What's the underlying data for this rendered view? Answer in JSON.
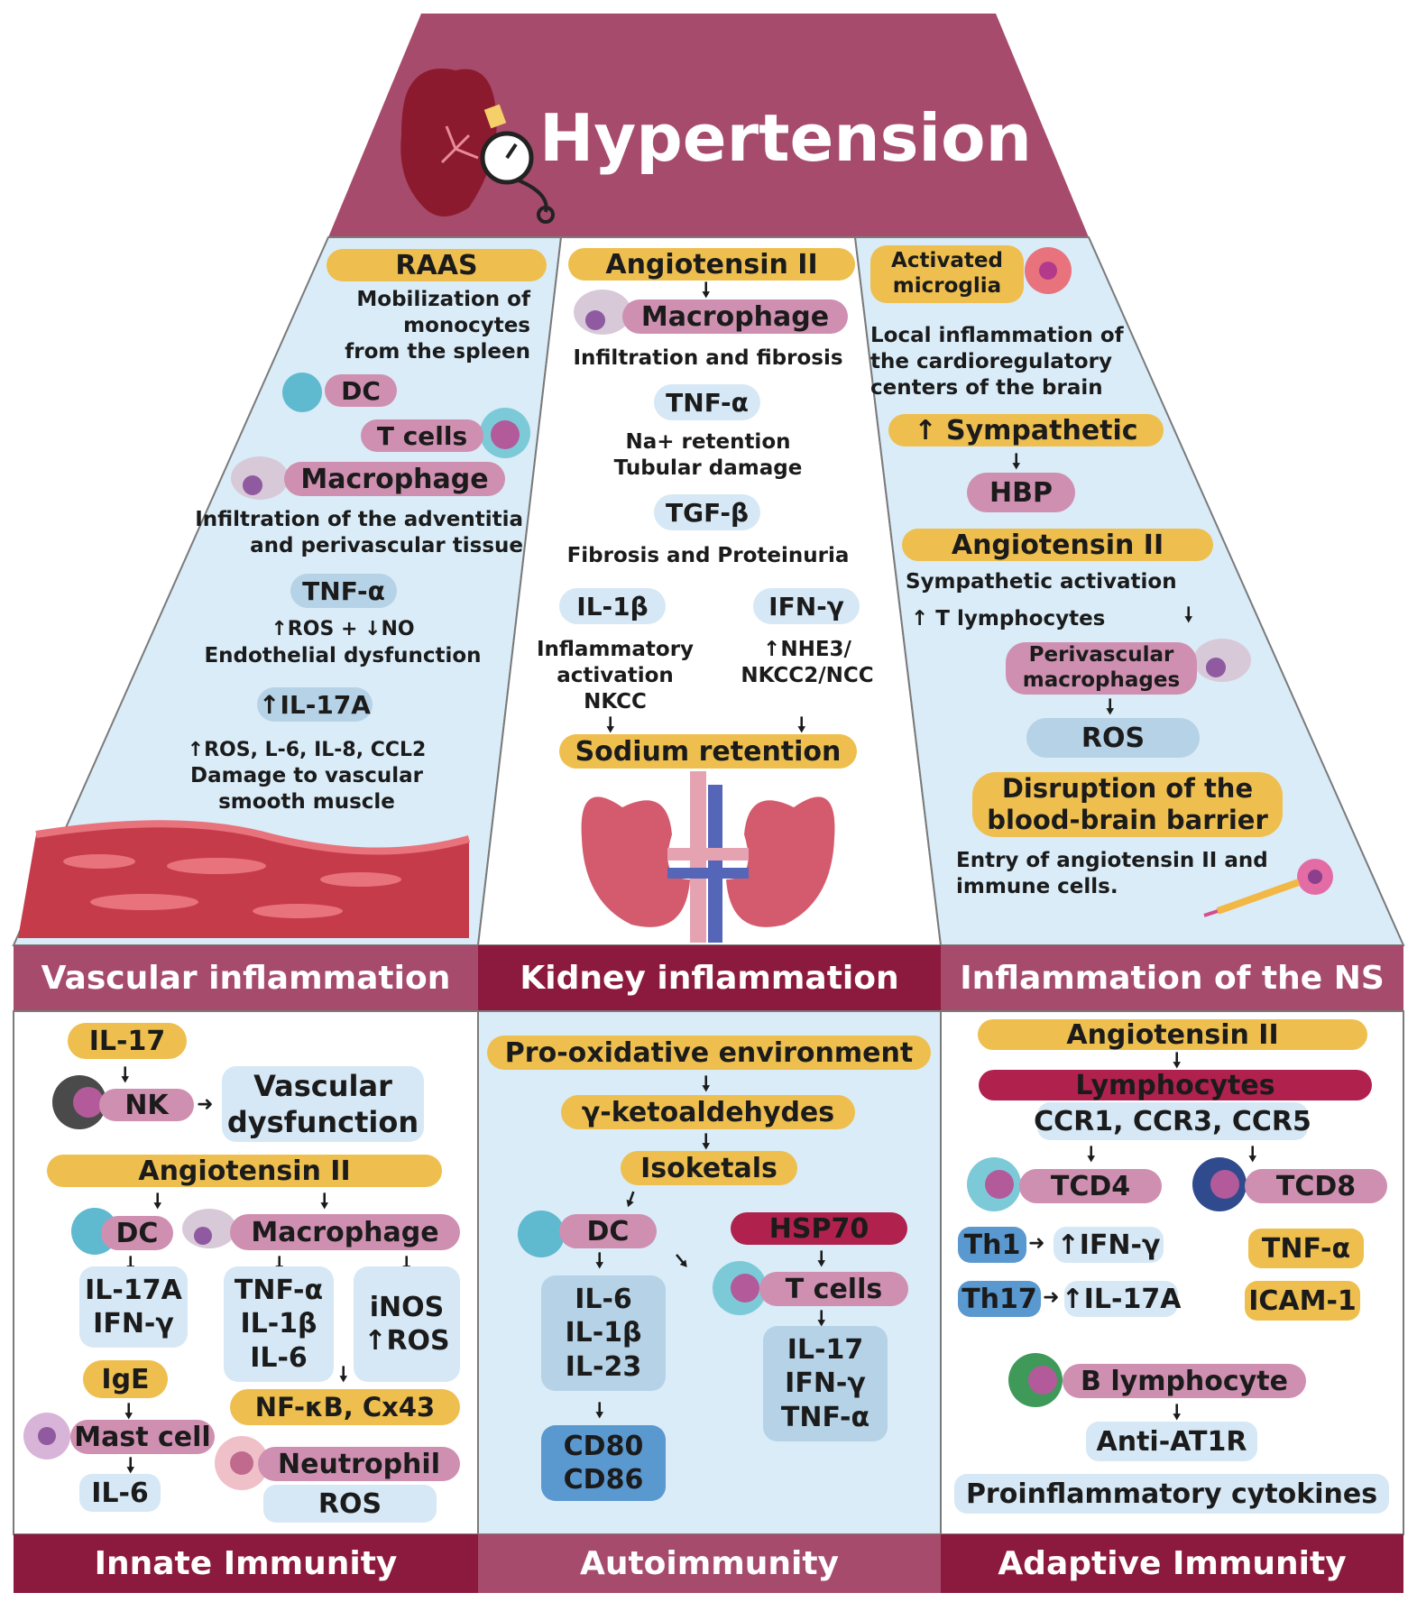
{
  "title": "Hypertension",
  "sections": {
    "vascular": {
      "heading": "Vascular inflammation",
      "raas": "RAAS",
      "mobilization": [
        "Mobilization of",
        "monocytes",
        "from the spleen"
      ],
      "dc": "DC",
      "tcells": "T cells",
      "macrophage": "Macrophage",
      "infiltration": [
        "Infiltration of the adventitia",
        "and perivascular tissue"
      ],
      "tnf": "TNF-α",
      "ros_no": "↑ROS + ↓NO",
      "endothelial": "Endothelial dysfunction",
      "il17a": "↑IL-17A",
      "ros_list": "↑ROS, L-6, IL-8, CCL2",
      "damage": [
        "Damage to vascular",
        "smooth muscle"
      ]
    },
    "kidney": {
      "heading": "Kidney inflammation",
      "ang": "Angiotensin II",
      "macrophage": "Macrophage",
      "infiltration": "Infiltration and fibrosis",
      "tnf": "TNF-α",
      "na": "Na+ retention",
      "tubular": "Tubular damage",
      "tgf": "TGF-β",
      "fibrosis": "Fibrosis and Proteinuria",
      "il1b": "IL-1β",
      "ifn": "IFN-γ",
      "inflam": [
        "Inflammatory",
        "activation",
        "NKCC"
      ],
      "nhe": [
        "↑NHE3/",
        "NKCC2/NCC"
      ],
      "sodium": "Sodium retention"
    },
    "ns": {
      "heading": "Inflammation of the NS",
      "microglia": [
        "Activated",
        "microglia"
      ],
      "local": [
        "Local inflammation of",
        "the cardioregulatory",
        "centers of the brain"
      ],
      "sympathetic": "↑ Sympathetic",
      "hbp": "HBP",
      "ang": "Angiotensin II",
      "symp_act": "Sympathetic activation",
      "tlymph": "↑ T lymphocytes",
      "perivascular": [
        "Perivascular",
        "macrophages"
      ],
      "ros": "ROS",
      "bbb": [
        "Disruption of the",
        "blood-brain barrier"
      ],
      "entry": [
        "Entry of angiotensin II and",
        "immune cells."
      ]
    }
  },
  "bottom": {
    "innate": {
      "heading": "Innate Immunity",
      "il17": "IL-17",
      "nk": "NK",
      "vascular": [
        "Vascular",
        "dysfunction"
      ],
      "ang": "Angiotensin II",
      "dc": "DC",
      "macrophage": "Macrophage",
      "dc_out": [
        "IL-17A",
        "IFN-γ"
      ],
      "mac_out": [
        "TNF-α",
        "IL-1β",
        "IL-6"
      ],
      "inos": [
        "iNOS",
        "↑ROS"
      ],
      "ige": "IgE",
      "nfkb": "NF-κB, Cx43",
      "mast": "Mast cell",
      "neutrophil": "Neutrophil",
      "il6": "IL-6",
      "ros": "ROS"
    },
    "auto": {
      "heading": "Autoimmunity",
      "prooxid": "Pro-oxidative environment",
      "keto": "γ-ketoaldehydes",
      "isoketals": "Isoketals",
      "dc": "DC",
      "hsp": "HSP70",
      "tcells": "T cells",
      "dc_out": [
        "IL-6",
        "IL-1β",
        "IL-23"
      ],
      "cd": [
        "CD80",
        "CD86"
      ],
      "t_out": [
        "IL-17",
        "IFN-γ",
        "TNF-α"
      ]
    },
    "adaptive": {
      "heading": "Adaptive Immunity",
      "ang": "Angiotensin II",
      "lymph": "Lymphocytes",
      "ccr": "CCR1, CCR3, CCR5",
      "tcd4": "TCD4",
      "tcd8": "TCD8",
      "th1": "Th1",
      "th1_out": "↑IFN-γ",
      "th17": "Th17",
      "th17_out": "↑IL-17A",
      "tnf": "TNF-α",
      "icam": "ICAM-1",
      "blymph": "B lymphocyte",
      "anti": "Anti-AT1R",
      "proinf": "Proinflammatory cytokines"
    }
  },
  "colors": {
    "maroon": "#a64b6b",
    "crimson": "#8c1a3e",
    "light_blue": "#d9ecf8",
    "yellow": "#eebf4e",
    "pink": "#cf8fb1"
  }
}
